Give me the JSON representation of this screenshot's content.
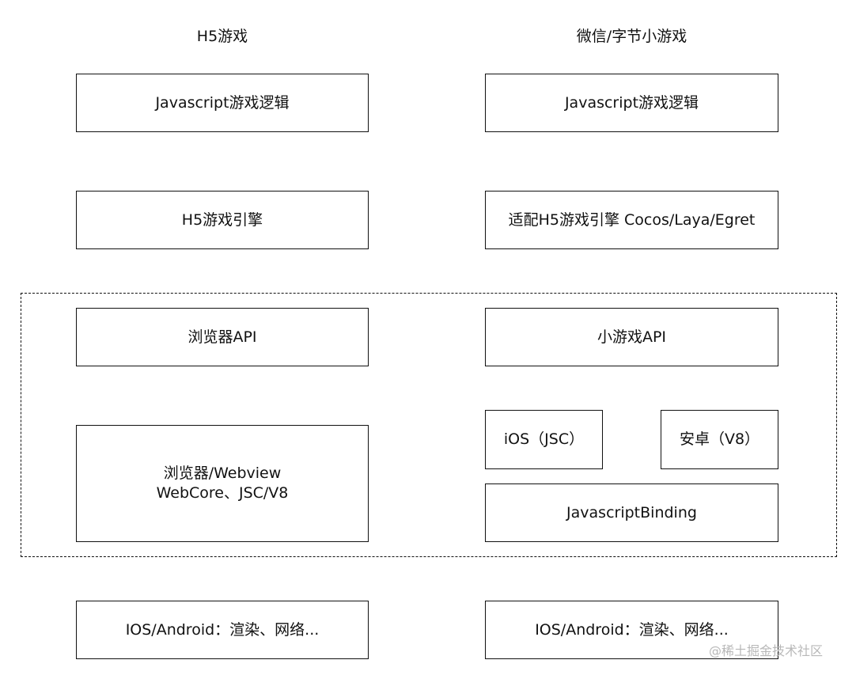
{
  "left_column": {
    "title": "H5游戏",
    "boxes": {
      "logic": "Javascript游戏逻辑",
      "engine": "H5游戏引擎",
      "api": "浏览器API",
      "webview_line1": "浏览器/Webview",
      "webview_line2": "WebCore、JSC/V8",
      "os": "IOS/Android：渲染、网络..."
    }
  },
  "right_column": {
    "title": "微信/字节小游戏",
    "boxes": {
      "logic": "Javascript游戏逻辑",
      "engine": "适配H5游戏引擎 Cocos/Laya/Egret",
      "api": "小游戏API",
      "ios": "iOS（JSC）",
      "android": "安卓（V8）",
      "binding": "JavascriptBinding",
      "os": "IOS/Android：渲染、网络..."
    }
  },
  "watermark": "@稀土掘金技术社区"
}
